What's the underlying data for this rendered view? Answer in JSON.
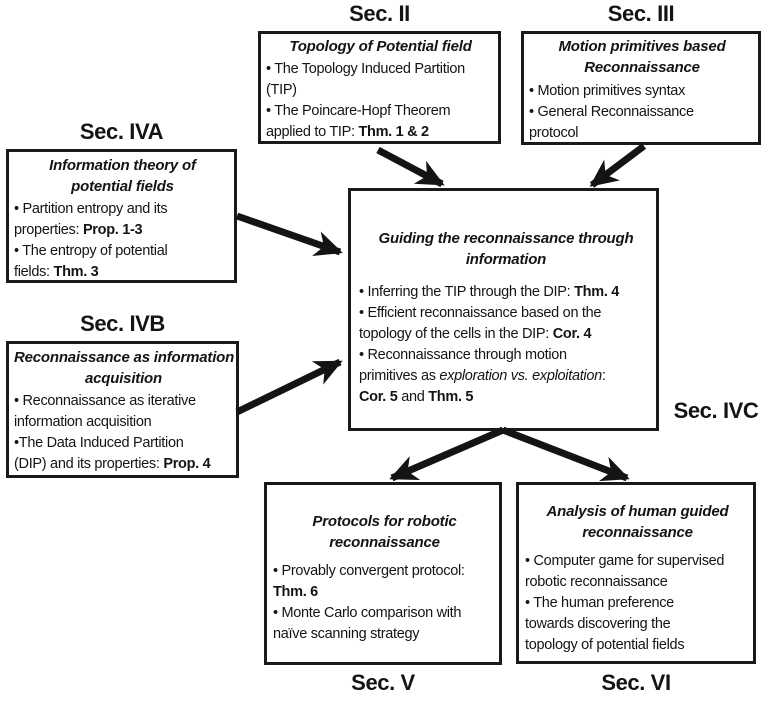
{
  "colors": {
    "background": "#ffffff",
    "text": "#141414",
    "border": "#1a1a1a",
    "arrow": "#141414"
  },
  "boxes": {
    "sec2": {
      "section_label": "Sec. II",
      "title": "Topology of Potential field",
      "bullets": [
        "• The Topology Induced Partition\n(TIP)",
        "• The Poincare-Hopf Theorem\napplied to TIP: **Thm. 1 & 2**"
      ]
    },
    "sec3": {
      "section_label": "Sec. III",
      "title": "Motion primitives based\nReconnaissance",
      "bullets": [
        "• Motion primitives syntax",
        "• General Reconnaissance\nprotocol"
      ]
    },
    "sec4a": {
      "section_label": "Sec. IVA",
      "title": "Information theory of\npotential fields",
      "bullets": [
        "• Partition entropy and its\nproperties: **Prop. 1-3**",
        "• The entropy of potential\nfields: **Thm. 3**"
      ]
    },
    "sec4b": {
      "section_label": "Sec. IVB",
      "title": "Reconnaissance as information\nacquisition",
      "bullets": [
        "• Reconnaissance as iterative\ninformation acquisition",
        "•The Data Induced Partition\n(DIP) and its properties: **Prop. 4**"
      ]
    },
    "sec4c": {
      "section_label": "Sec. IVC",
      "title": "Guiding the reconnaissance through\ninformation",
      "bullets": [
        "• Inferring the TIP through the DIP: **Thm. 4**",
        "• Efficient reconnaissance based on the\ntopology of the cells in the DIP: **Cor. 4**",
        "• Reconnaissance through motion\nprimitives as *exploration vs. exploitation*:\n**Cor. 5** and **Thm. 5**"
      ]
    },
    "sec5": {
      "section_label": "Sec. V",
      "title": "Protocols for robotic\nreconnaissance",
      "bullets": [
        "• Provably convergent protocol:\n**Thm. 6**",
        "• Monte Carlo comparison with\nnaïve scanning strategy"
      ]
    },
    "sec6": {
      "section_label": "Sec. VI",
      "title": "Analysis of human guided\nreconnaissance",
      "bullets": [
        "• Computer game for supervised\nrobotic reconnaissance",
        "• The human preference\ntowards discovering the\ntopology of potential fields"
      ]
    }
  },
  "edges": [
    {
      "from": "Sec. II",
      "to": "Sec. IVC"
    },
    {
      "from": "Sec. III",
      "to": "Sec. IVC"
    },
    {
      "from": "Sec. IVA",
      "to": "Sec. IVC"
    },
    {
      "from": "Sec. IVB",
      "to": "Sec. IVC"
    },
    {
      "from": "Sec. IVC",
      "to": "Sec. V"
    },
    {
      "from": "Sec. IVC",
      "to": "Sec. VI"
    }
  ]
}
